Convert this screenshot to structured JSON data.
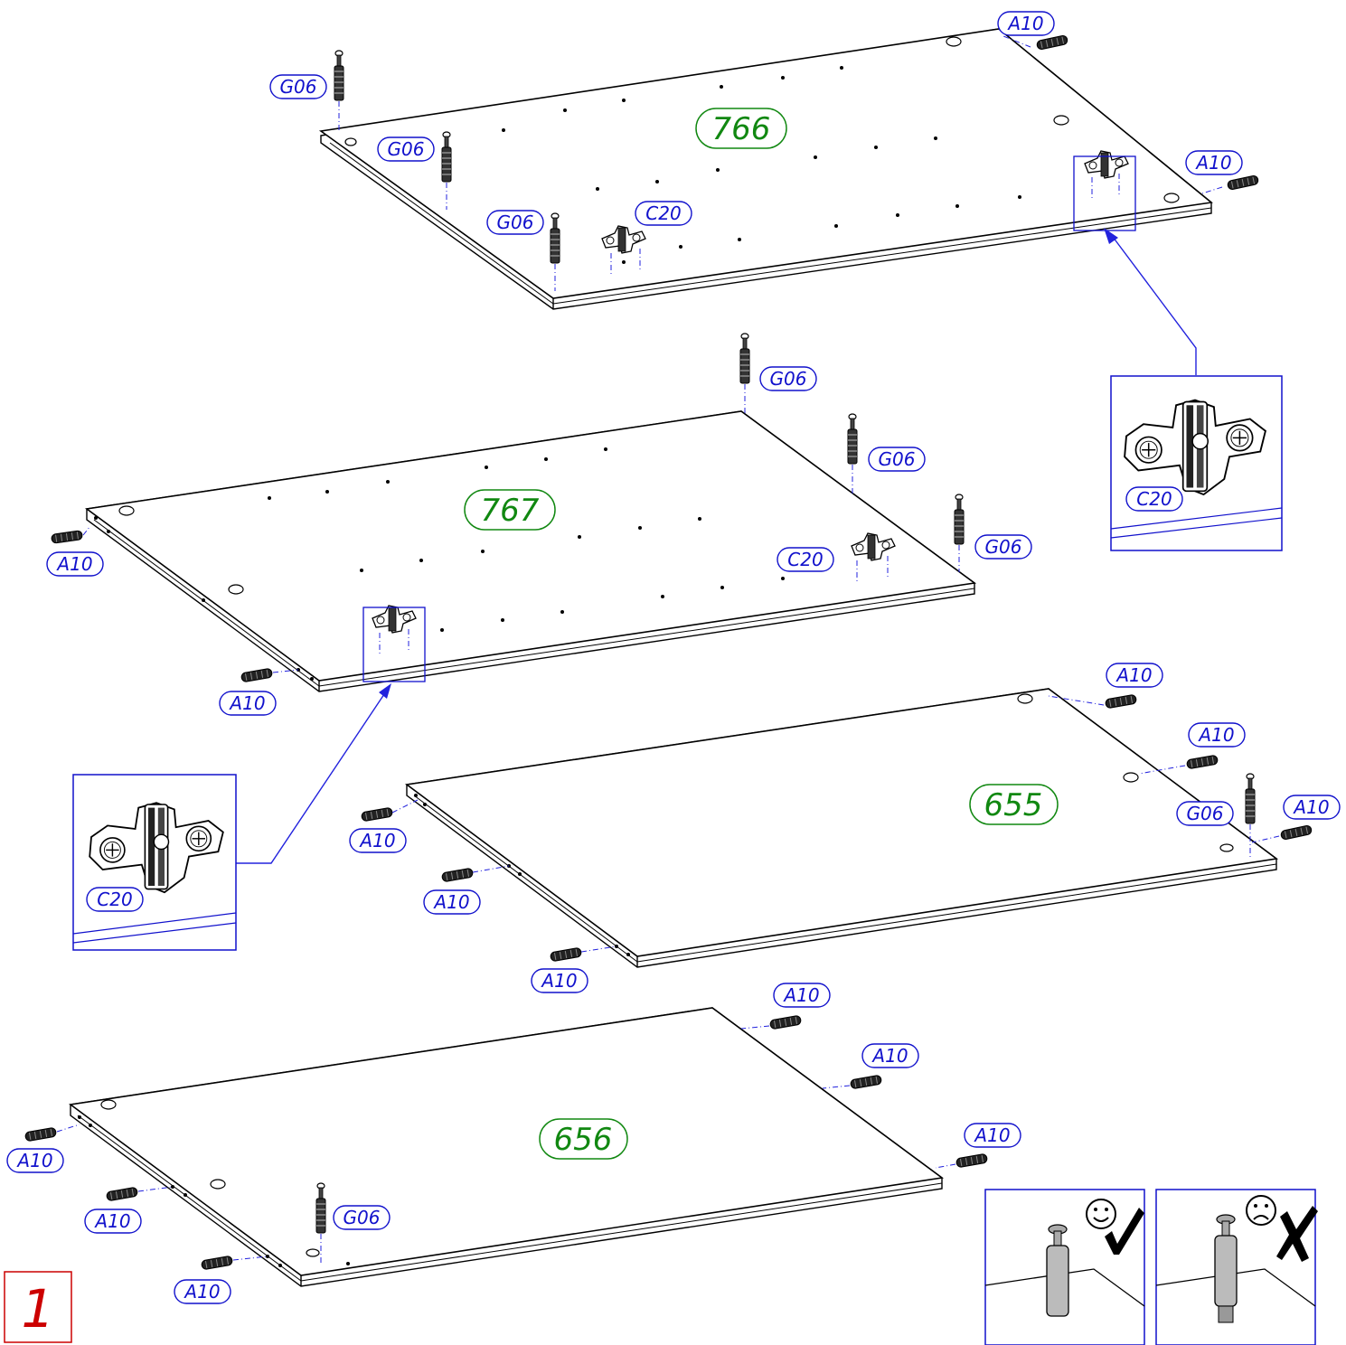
{
  "step": {
    "number": "1"
  },
  "panels": [
    {
      "id": "766"
    },
    {
      "id": "767"
    },
    {
      "id": "655"
    },
    {
      "id": "656"
    }
  ],
  "fittings": {
    "dowel": "A10",
    "cam_bolt": "G06",
    "hinge_plate": "C20"
  },
  "check_box": {
    "good_icon": "smiley-face-icon",
    "good_mark": "check-mark-icon",
    "bad_icon": "sad-face-icon",
    "bad_mark": "cross-mark-icon"
  },
  "colors": {
    "labels": "#1111cc",
    "part_numbers": "#118811",
    "step_number": "#cc0000"
  }
}
